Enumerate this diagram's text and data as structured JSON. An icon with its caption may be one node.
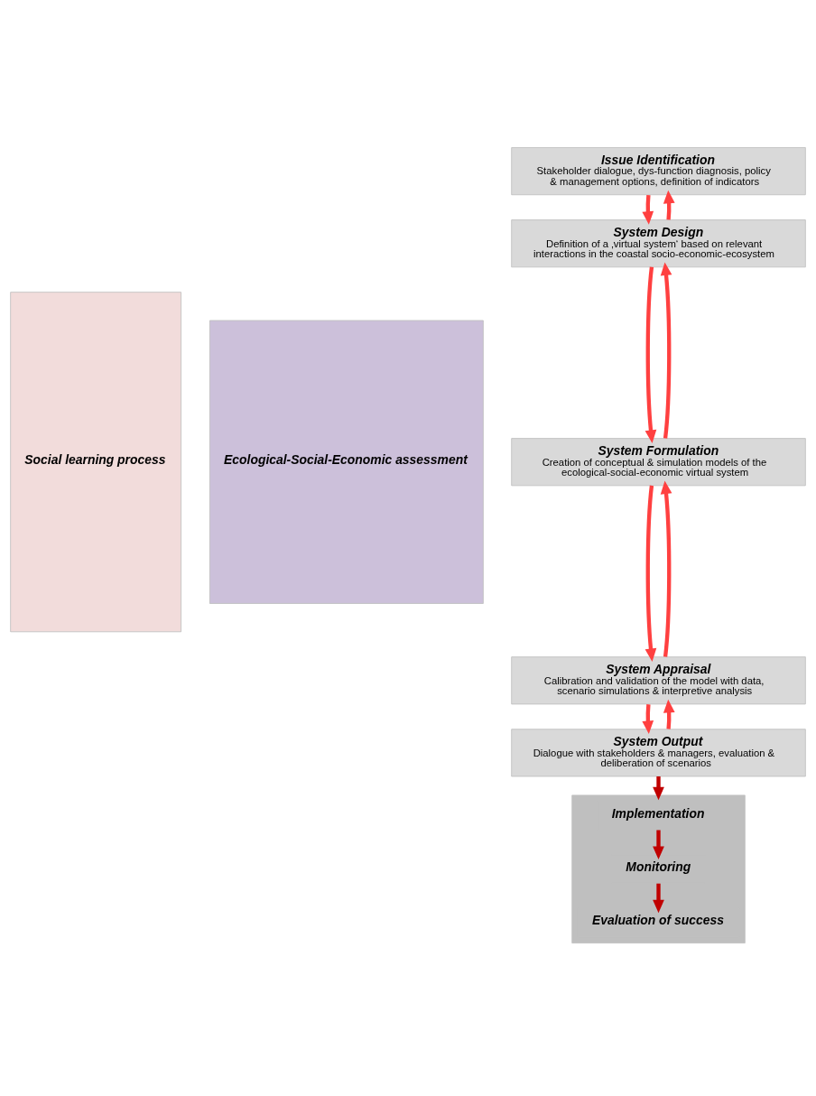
{
  "diagram": {
    "nodes": [
      {
        "text": [
          "Social learning process"
        ]
      },
      {
        "text": [
          "Ecological-Social-Economic assessment"
        ]
      },
      {
        "text": [
          "Issue Identification",
          "Stakeholder dialogue, dys-function diagnosis, policy & management options, definition of indicators"
        ]
      },
      {
        "text": [
          "System Design",
          "Definition of a ‚virtual system‘ based on relevant interactions in the coastal socio-economic-ecosystem"
        ]
      },
      {
        "text": [
          "System Formulation",
          "Creation of conceptual & simulation models of the ecological-social-economic virtual system"
        ]
      },
      {
        "text": [
          "System Appraisal",
          "Calibration and validation of the model with data, scenario simulations & interpretive analysis"
        ]
      },
      {
        "text": [
          "System Output",
          "Dialogue with stakeholders & managers, evaluation & deliberation of scenarios"
        ]
      },
      {
        "text": [],
        "shape": "box"
      },
      {
        "text": [
          "Implementation"
        ],
        "in": 7
      },
      {
        "text": [
          "Monitoring"
        ],
        "in": 7
      },
      {
        "text": [
          "Evaluation of success"
        ],
        "in": 7
      }
    ],
    "edges": [
      {
        "from": 2,
        "to": 3,
        "arrow": "to"
      },
      {
        "from": 3,
        "to": 2,
        "arrow": "to"
      },
      {
        "from": 3,
        "to": 4,
        "arrow": "to"
      },
      {
        "from": 4,
        "to": 3,
        "arrow": "to"
      },
      {
        "from": 4,
        "to": 5,
        "arrow": "to"
      },
      {
        "from": 5,
        "to": 4,
        "arrow": "to"
      },
      {
        "from": 5,
        "to": 6,
        "arrow": "to"
      },
      {
        "from": 6,
        "to": 5,
        "arrow": "to"
      },
      {
        "from": 6,
        "to": 7,
        "arrow": "to",
        "color": "#c00000"
      },
      {
        "from": 8,
        "to": 9,
        "arrow": "to",
        "color": "#c00000"
      },
      {
        "from": 9,
        "to": 10,
        "arrow": "to",
        "color": "#c00000"
      }
    ]
  }
}
